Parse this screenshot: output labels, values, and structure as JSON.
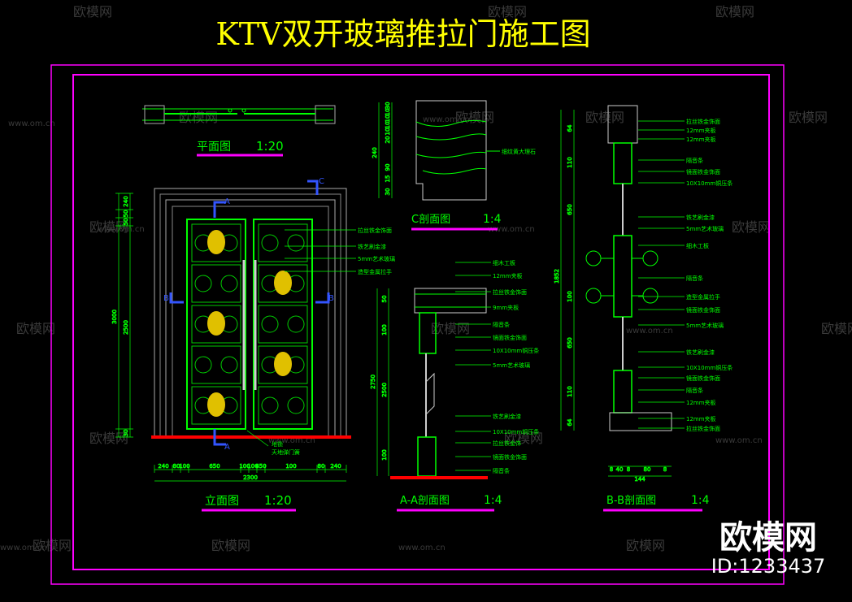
{
  "title": "KTV双开玻璃推拉门施工图",
  "views": {
    "plan": {
      "name": "平面图",
      "scale": "1:20"
    },
    "elevation": {
      "name": "立面图",
      "scale": "1:20"
    },
    "section_c": {
      "name": "C剖面图",
      "scale": "1:4"
    },
    "section_aa": {
      "name": "A-A剖面图",
      "scale": "1:4"
    },
    "section_bb": {
      "name": "B-B剖面图",
      "scale": "1:4"
    }
  },
  "markers": {
    "a": "A",
    "b": "B",
    "c": "C"
  },
  "elevation_labels": [
    "拉丝铁金饰面",
    "铁艺刷金漆",
    "5mm艺术玻璃",
    "造型金属拉手"
  ],
  "elevation_bottom_labels": [
    "地锁",
    "天地弹门簧"
  ],
  "elevation_dims_bottom": [
    "240",
    "80",
    "100",
    "650",
    "100",
    "100",
    "650",
    "100",
    "80",
    "240"
  ],
  "elevation_total_width": "2300",
  "elevation_dims_left": [
    "240",
    "50",
    "50",
    "2500",
    "30",
    "3000"
  ],
  "section_c_labels": [
    "细纹黄大理石"
  ],
  "section_c_dims": [
    "30",
    "10",
    "10",
    "10",
    "10",
    "20",
    "240",
    "90",
    "15",
    "30"
  ],
  "section_aa_labels": [
    "细木工板",
    "12mm夹板",
    "拉丝铁金饰面",
    "9mm夹板",
    "隔音条",
    "镜面铁金饰面",
    "10X10mm铜压条",
    "5mm艺术玻璃",
    "铁艺刷金漆",
    "10X10mm铜压条",
    "拉丝铁金饰",
    "镜面铁金饰面",
    "隔音条"
  ],
  "section_aa_dims": [
    "50",
    "100",
    "2750",
    "2500",
    "100"
  ],
  "section_bb_labels": [
    "拉丝铁金饰面",
    "12mm夹板",
    "12mm夹板",
    "隔音条",
    "镜面铁金饰面",
    "10X10mm铜压条",
    "铁艺刷金漆",
    "5mm艺术玻璃",
    "细木工板",
    "隔音条",
    "造型金属拉手",
    "镜面铁金饰面",
    "5mm艺术玻璃",
    "铁艺刷金漆",
    "10X10mm铜压条",
    "镜面铁金饰面",
    "隔音条",
    "12mm夹板",
    "12mm夹板",
    "拉丝铁金饰面"
  ],
  "section_bb_dims_left": [
    "64",
    "110",
    "650",
    "100",
    "650",
    "110",
    "64",
    "1852"
  ],
  "section_bb_dims_bottom": [
    "8",
    "40",
    "8",
    "80",
    "8",
    "144"
  ],
  "watermark": {
    "brand": "欧模网",
    "site": "www.om.cn",
    "id": "ID:1233437"
  },
  "colors": {
    "frame": "#ff00ff",
    "title": "#ffff00",
    "lines": "#00ff00",
    "marker": "#3355ff",
    "floor": "#ff0000",
    "gold": "#e0c000"
  }
}
